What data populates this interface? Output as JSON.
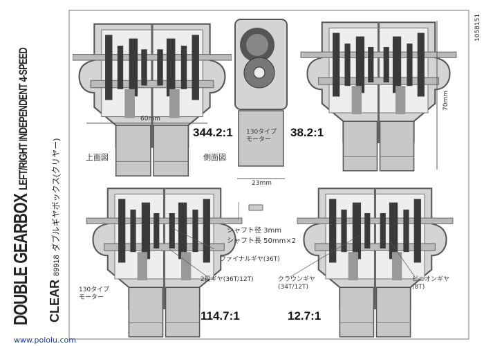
{
  "title": {
    "main": "DOUBLE GEARBOX",
    "sub": "LEFT/RIGHT INDEPENDENT 4-SPEED",
    "clear": "CLEAR",
    "code": "89918",
    "japanese": "ダブルギヤボックス(クリヤー)"
  },
  "catalog_number": "1058151",
  "watermark": "www.pololu.com",
  "views": {
    "top": "上面図",
    "side": "側面図"
  },
  "dimensions": {
    "width": "60mm",
    "height": "70mm",
    "side_width": "23mm"
  },
  "ratios": [
    "344.2:1",
    "38.2:1",
    "114.7:1",
    "12.7:1"
  ],
  "motor_label": [
    "130タイプ",
    "モーター"
  ],
  "shaft": [
    "シャフト径 3mm",
    "シャフト長 50mm×2"
  ],
  "parts": {
    "final_gear": "ファイナルギヤ(36T)",
    "double_gear": "2段ギヤ(36T/12T)",
    "crown_gear": [
      "クラウンギヤ",
      "(34T/12T)"
    ],
    "pinion_gear": [
      "ピニオンギヤ",
      "(8T)"
    ]
  },
  "colors": {
    "frame": "#8a8a8a",
    "gear": "#3a3a3a",
    "body": "#c8c8c8",
    "watermark": "#1a3fb0"
  }
}
